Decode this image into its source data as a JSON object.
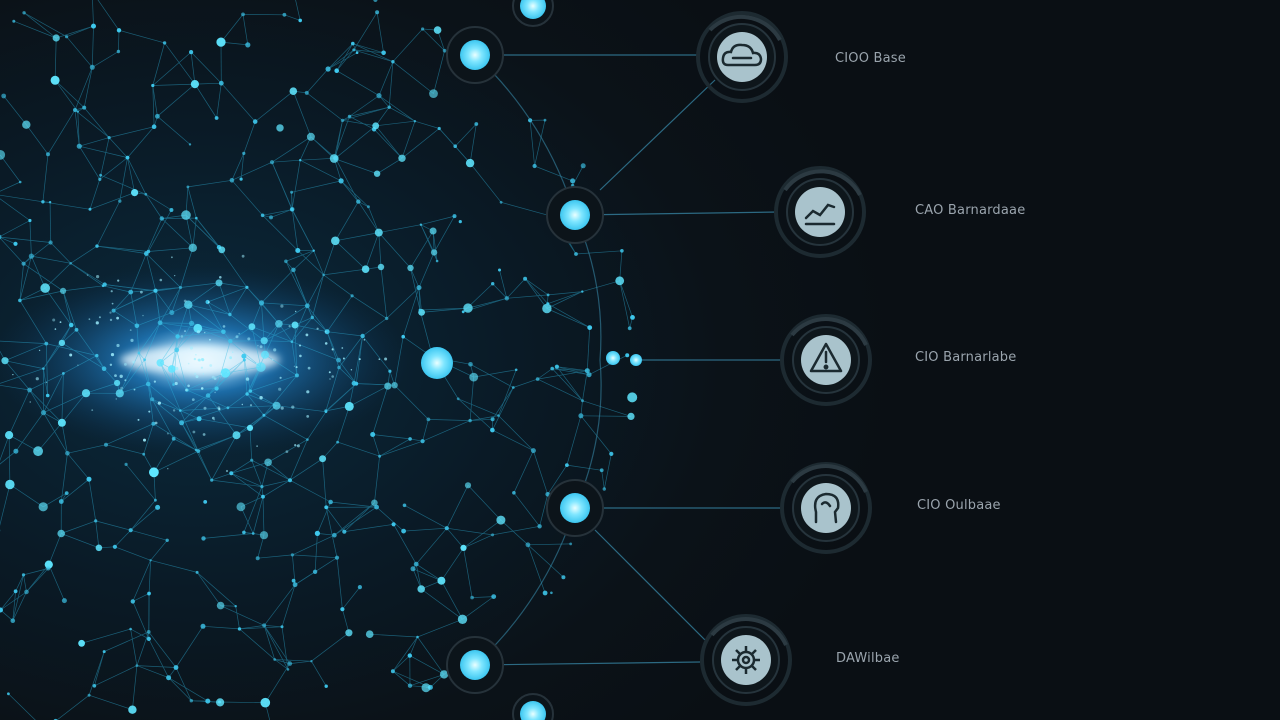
{
  "diagram": {
    "nodes": [
      {
        "label": "CIOO Base",
        "icon": "cloud-icon"
      },
      {
        "label": "CAO Barnardaae",
        "icon": "chart-icon"
      },
      {
        "label": "CIO Barnarlabe",
        "icon": "alert-triangle-icon"
      },
      {
        "label": "CIO Oulbaae",
        "icon": "user-head-icon"
      },
      {
        "label": "DAWilbae",
        "icon": "gear-icon"
      }
    ]
  },
  "colors": {
    "background": "#0a1016",
    "accent": "#4fe3ff",
    "glow": "#1e90ff",
    "line": "#3a8fb0",
    "label": "#9aa4ad",
    "icon_fill": "#a9c3cc",
    "ring": "#223038"
  }
}
